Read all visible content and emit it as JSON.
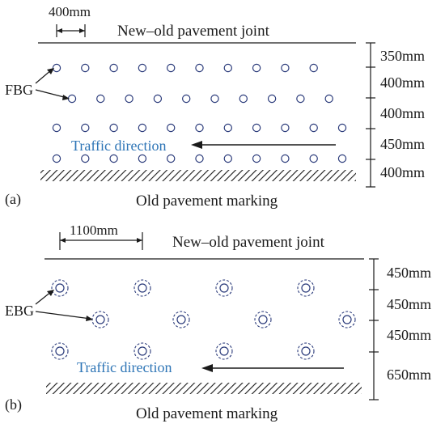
{
  "panel_a": {
    "label": "(a)",
    "spacing_label": "400mm",
    "joint_label": "New–old pavement joint",
    "marking_label": "Old pavement marking",
    "sensor_label": "FBG",
    "traffic_label": "Traffic direction",
    "dimensions": [
      "350mm",
      "400mm",
      "400mm",
      "450mm",
      "400mm"
    ],
    "sensor_rows": 4,
    "sensors_per_row": [
      10,
      10,
      11,
      11
    ]
  },
  "panel_b": {
    "label": "(b)",
    "spacing_label": "1100mm",
    "joint_label": "New–old pavement joint",
    "marking_label": "Old pavement marking",
    "sensor_label": "EBG",
    "traffic_label": "Traffic direction",
    "dimensions": [
      "450mm",
      "450mm",
      "450mm",
      "650mm"
    ],
    "sensor_rows": 3,
    "sensors_per_row": [
      4,
      4,
      4
    ]
  },
  "colors": {
    "line": "#1a1a1a",
    "sensor": "#2a3a7a",
    "traffic_text": "#2e75b6"
  }
}
